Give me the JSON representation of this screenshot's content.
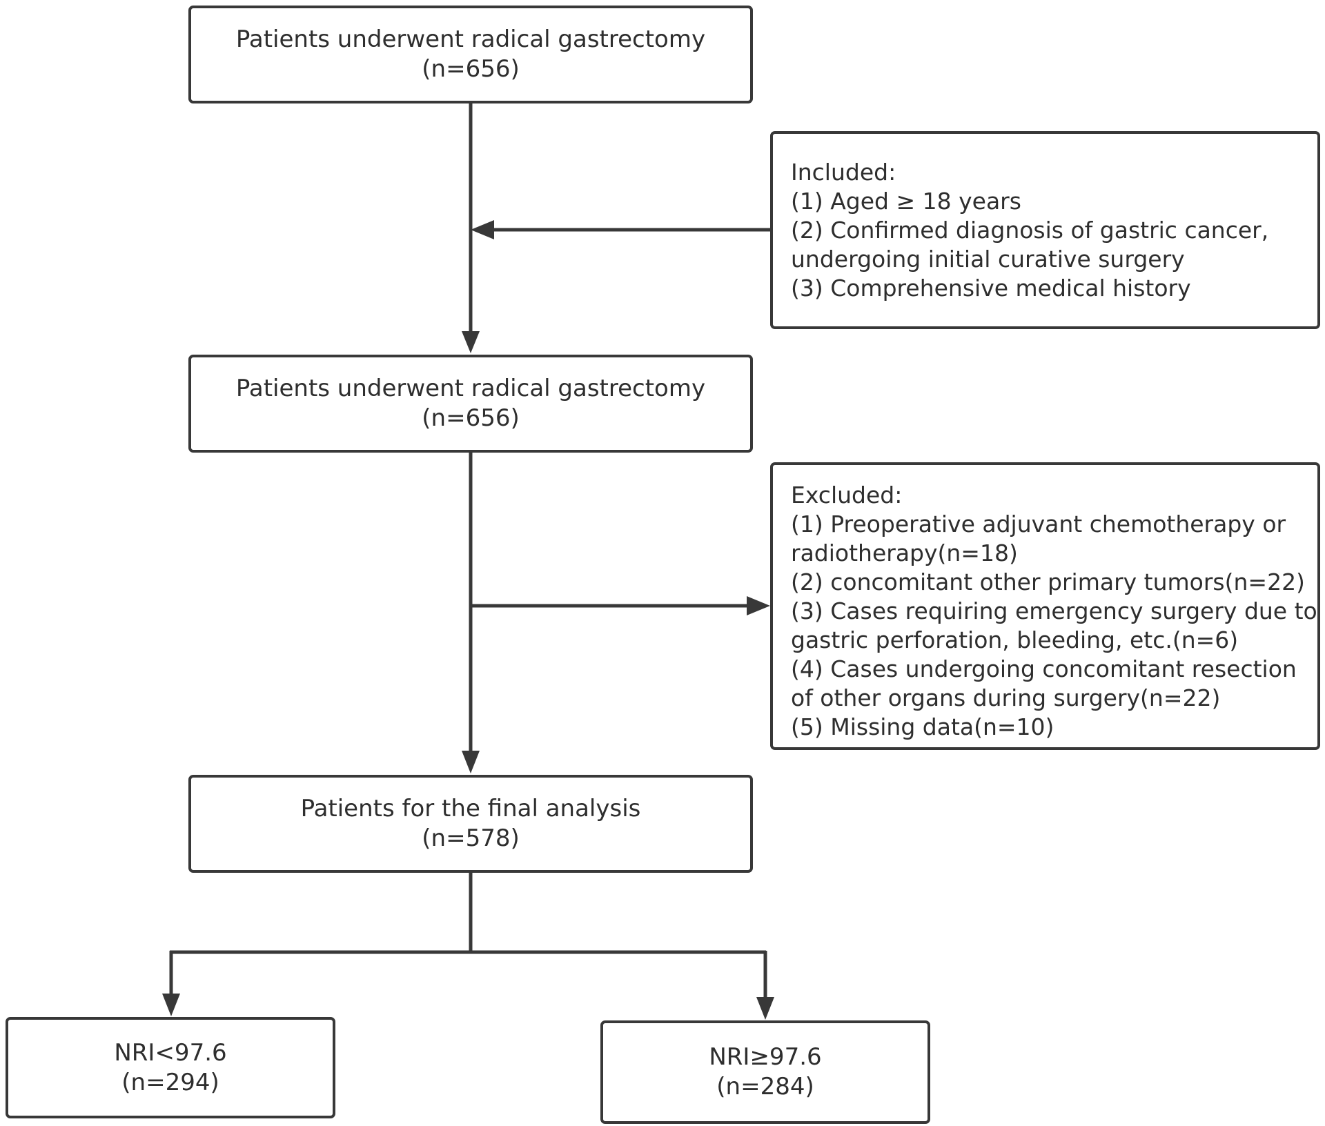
{
  "flowchart": {
    "start": {
      "title": "Patients underwent radical gastrectomy",
      "count": "(n=656)"
    },
    "included": {
      "heading": "Included:",
      "items": [
        "(1) Aged ≥ 18 years",
        "(2) Confirmed diagnosis of gastric cancer,",
        "undergoing initial curative surgery",
        "(3) Comprehensive medical history"
      ]
    },
    "after_inclusion": {
      "title": "Patients underwent radical gastrectomy",
      "count": "(n=656)"
    },
    "excluded": {
      "heading": "Excluded:",
      "items": [
        "(1) Preoperative adjuvant chemotherapy or",
        "radiotherapy(n=18)",
        "(2) concomitant other primary tumors(n=22)",
        "(3) Cases requiring emergency surgery due to",
        "gastric perforation, bleeding, etc.(n=6)",
        "(4) Cases undergoing concomitant resection",
        "of other organs during surgery(n=22)",
        "(5) Missing data(n=10)"
      ]
    },
    "final": {
      "title": "Patients for the final analysis",
      "count": "(n=578)"
    },
    "group_low": {
      "title": "NRI<97.6",
      "count": "(n=294)"
    },
    "group_high": {
      "title": "NRI≥97.6",
      "count": "(n=284)"
    }
  },
  "colors": {
    "border": "#383838",
    "text": "#2e2e2e",
    "background": "#ffffff"
  }
}
